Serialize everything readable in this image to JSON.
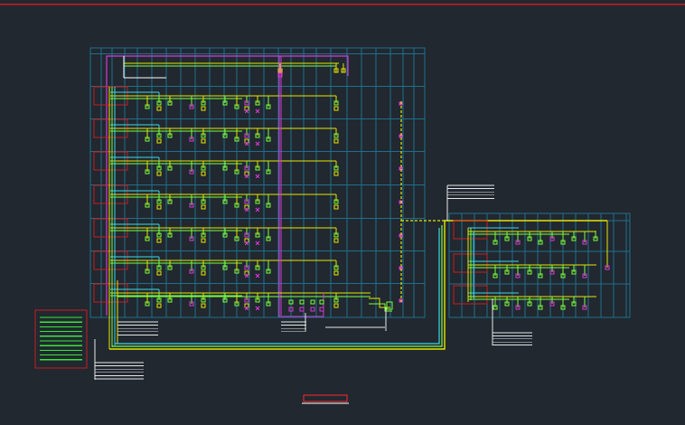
{
  "app": {
    "title": "",
    "accent_color": "#ff2a2a",
    "background_color": "#212830"
  },
  "drawing": {
    "title_text": "",
    "colors": {
      "grid": "#1f6f8b",
      "trunk_yellow": "#e6e600",
      "trunk_green": "#7cff3a",
      "trunk_cyan": "#3ad7e6",
      "riser_magenta": "#d63ad6",
      "box_red": "#c81e1e",
      "note_white": "#e8e8e8",
      "panel_green": "#39e639"
    },
    "main_building": {
      "floors": 7,
      "branches_per_floor": 10
    },
    "annex_building": {
      "floors": 3,
      "branches_per_floor": 8
    },
    "legend_panel": {
      "rows": 10
    }
  }
}
